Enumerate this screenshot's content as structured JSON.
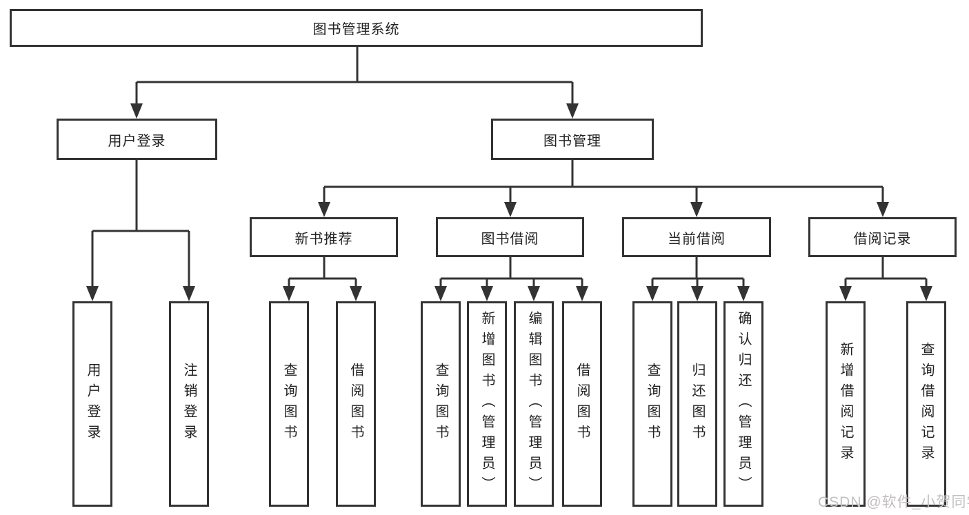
{
  "diagram": {
    "type": "hierarchy",
    "colors": {
      "line": "#333333",
      "box_border": "#333333",
      "text": "#222222",
      "background": "#ffffff"
    },
    "title": "图书管理系统",
    "branches": [
      {
        "label": "用户登录",
        "children": [
          {
            "label": "用户登录"
          },
          {
            "label": "注销登录"
          }
        ]
      },
      {
        "label": "图书管理",
        "children": [
          {
            "label": "新书推荐",
            "children": [
              {
                "label": "查询图书"
              },
              {
                "label": "借阅图书"
              }
            ]
          },
          {
            "label": "图书借阅",
            "children": [
              {
                "label": "查询图书"
              },
              {
                "label": "新增图书（管理员）"
              },
              {
                "label": "编辑图书（管理员）"
              },
              {
                "label": "借阅图书"
              }
            ]
          },
          {
            "label": "当前借阅",
            "children": [
              {
                "label": "查询图书"
              },
              {
                "label": "归还图书"
              },
              {
                "label": "确认归还（管理员）"
              }
            ]
          },
          {
            "label": "借阅记录",
            "children": [
              {
                "label": "新增借阅记录"
              },
              {
                "label": "查询借阅记录"
              }
            ]
          }
        ]
      }
    ]
  },
  "watermark": {
    "text": "CSDN @软件_小贺同学",
    "color": "#c3bfc1"
  }
}
